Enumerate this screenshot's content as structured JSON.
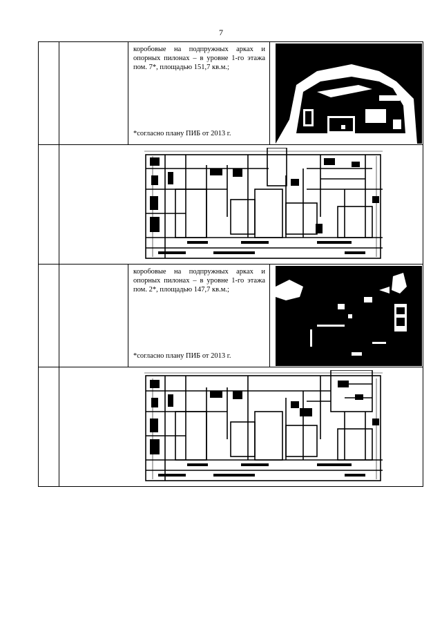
{
  "page_number": "7",
  "rows": [
    {
      "description": "коробовые на подпружных арках и опорных пилонах – в уровне 1-го этажа пом. 7*, площадью 151,7 кв.м.;",
      "footnote": "*согласно плану ПИБ от 2013 г."
    },
    {
      "description": "коробовые на подпружных арках и опорных пилонах – в уровне 1-го этажа пом. 2*, площадью 147,7 кв.м.;",
      "footnote": "*согласно плану ПИБ от 2013 г."
    }
  ]
}
